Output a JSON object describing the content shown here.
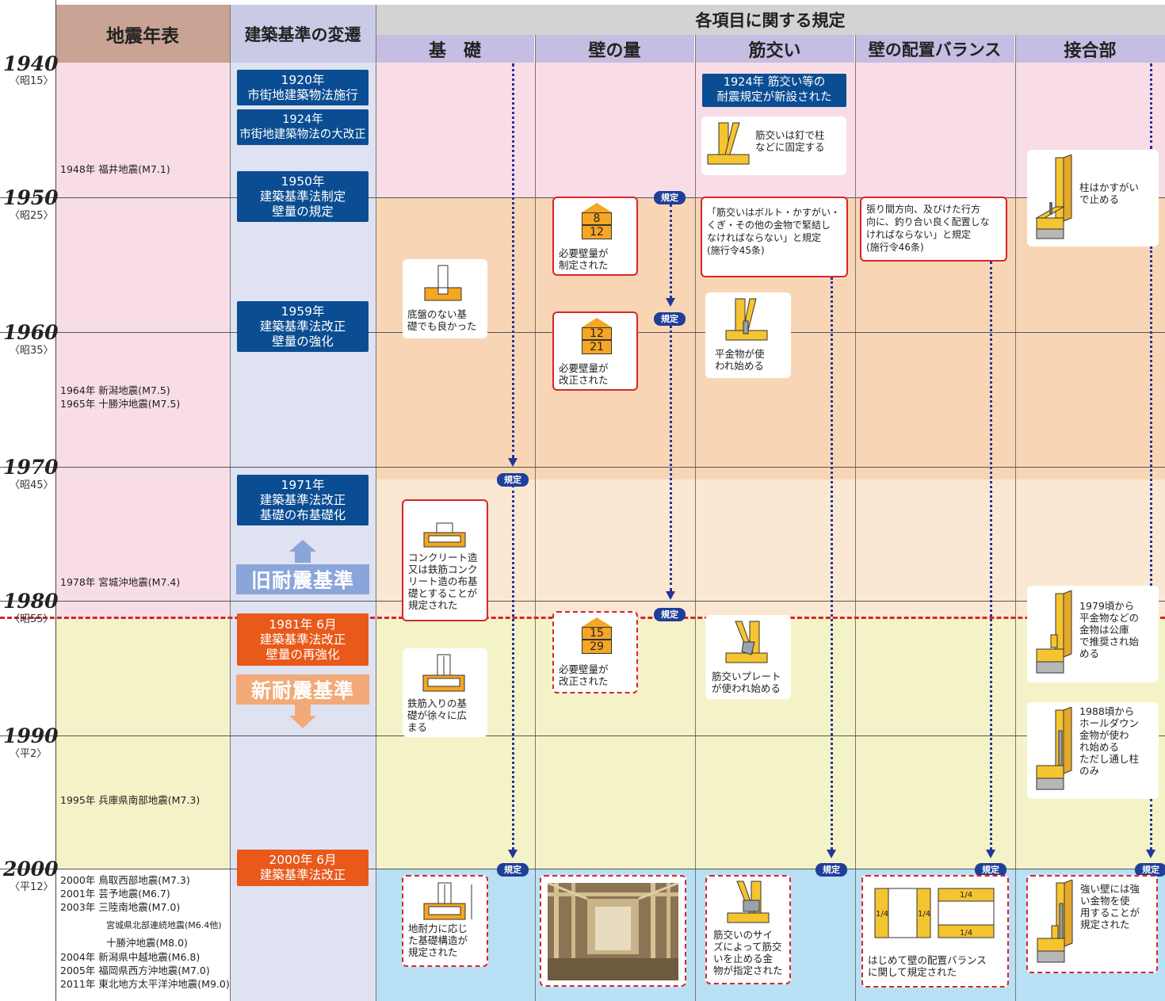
{
  "header": {
    "quake_col": "地震年表",
    "code_col": "建築基準の変遷",
    "group": "各項目に関する規定",
    "cols": [
      "基　礎",
      "壁の量",
      "筋交い",
      "壁の配置バランス",
      "接合部"
    ]
  },
  "years": [
    {
      "year": "1940",
      "era": "〈昭15〉"
    },
    {
      "year": "1950",
      "era": "〈昭25〉"
    },
    {
      "year": "1960",
      "era": "〈昭35〉"
    },
    {
      "year": "1970",
      "era": "〈昭45〉"
    },
    {
      "year": "1980",
      "era": "〈昭55〉"
    },
    {
      "year": "1990",
      "era": "〈平2〉"
    },
    {
      "year": "2000",
      "era": "〈平12〉"
    }
  ],
  "earthquakes": {
    "e1948": "1948年 福井地震(M7.1)",
    "e1964": "1964年 新潟地震(M7.5)\n1965年 十勝沖地震(M7.5)",
    "e1978": "1978年 宮城沖地震(M7.4)",
    "e1995": "1995年 兵庫県南部地震(M7.3)",
    "e2000": "2000年 鳥取西部地震(M7.3)\n2001年 芸予地震(M6.7)\n2003年 三陸南地震(M7.0)",
    "e2003b": "宮城県北部連続地震(M6.4他)",
    "e2003c": "十勝沖地震(M8.0)",
    "e2004": "2004年 新潟県中越地震(M6.8)\n2005年 福岡県西方沖地震(M7.0)\n2011年 東北地方太平洋沖地震(M9.0)"
  },
  "codes": {
    "c1920": "1920年\n市街地建築物法施行",
    "c1924": "1924年\n市街地建築物法の大改正",
    "c1950": "1950年\n建築基準法制定\n壁量の規定",
    "c1959": "1959年\n建築基準法改正\n壁量の強化",
    "c1971": "1971年\n建築基準法改正\n基礎の布基礎化",
    "old_std": "旧耐震基準",
    "c1981": "1981年 6月\n建築基準法改正\n壁量の再強化",
    "new_std": "新耐震基準",
    "c2000": "2000年 6月\n建築基準法改正"
  },
  "badge": "規定",
  "foundation": {
    "f1": "底盤のない基\n礎でも良かった",
    "f2": "コンクリート造\n又は鉄筋コンク\nリート造の布基\n礎とすることが\n規定された",
    "f3": "鉄筋入りの基\n礎が徐々に広\nまる",
    "f4": "地耐力に応じ\nた基礎構造が\n規定された"
  },
  "wall": {
    "w1_top": "8",
    "w1_bot": "12",
    "w1": "必要壁量が\n制定された",
    "w2_top": "12",
    "w2_bot": "21",
    "w2": "必要壁量が\n改正された",
    "w3_top": "15",
    "w3_bot": "29",
    "w3": "必要壁量が\n改正された"
  },
  "brace": {
    "b0": "1924年 筋交い等の\n耐震規定が新設された",
    "b1": "筋交いは釘で柱\nなどに固定する",
    "b2": "「筋交いはボルト・かすがい・\nくぎ・その他の金物で緊結し\nなければならない」と規定\n(施行令45条)",
    "b3": "平金物が使\nわれ始める",
    "b4": "筋交いプレート\nが使われ始める",
    "b5": "筋交いのサイ\nズによって筋交\nいを止める金\n物が指定された"
  },
  "balance": {
    "p1": "張り間方向、及びけた行方\n向に、釣り合い良く配置しな\nければならない」と規定\n(施行令46条)",
    "p2": "はじめて壁の配置バランス\nに関して規定された",
    "q": "1/4"
  },
  "joint": {
    "j1": "柱はかすがい\nで止める",
    "j2": "1979頃から\n平金物などの\n金物は公庫\nで推奨され始\nめる",
    "j3": "1988頃から\nホールダウン\n金物が使わ\nれ始める\nただし通し柱\nのみ",
    "j4": "強い壁には強\nい金物を使\n用することが\n規定された"
  },
  "colors": {
    "pink": "#f8dde7",
    "peach": "#f8d6b5",
    "lightpeach": "#fbe8d3",
    "yellow": "#f3f3c7",
    "blue": "#b9e1f5",
    "navy": "#0b4d92",
    "orange": "#e8591a",
    "red": "#d6252c"
  }
}
